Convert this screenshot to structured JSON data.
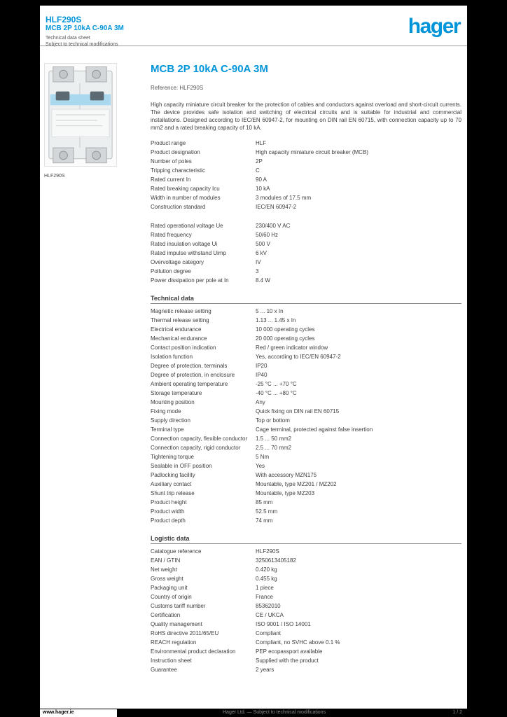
{
  "brand": {
    "logo_text": "hager",
    "blue": "#0095db"
  },
  "header": {
    "ref": "HLF290S",
    "title": "MCB 2P 10kA C-90A 3M",
    "meta1": "Technical data sheet",
    "meta2": "Subject to technical modifications"
  },
  "product": {
    "image_caption": "HLF290S",
    "title": "MCB 2P 10kA C-90A 3M",
    "ref_line": "Reference: HLF290S",
    "description": "High capacity miniature circuit breaker for the protection of cables and conductors against overload and short-circuit currents. The device provides safe isolation and switching of electrical circuits and is suitable for industrial and commercial installations. Designed according to IEC/EN 60947-2, for mounting on DIN rail EN 60715, with connection capacity up to 70 mm2 and a rated breaking capacity of 10 kA."
  },
  "sections": [
    {
      "title": "",
      "rows": [
        {
          "label": "Product range",
          "value": "HLF"
        },
        {
          "label": "Product designation",
          "value": "High capacity miniature circuit breaker (MCB)"
        },
        {
          "label": "Number of poles",
          "value": "2P"
        },
        {
          "label": "Tripping characteristic",
          "value": "C"
        },
        {
          "label": "Rated current In",
          "value": "90 A"
        },
        {
          "label": "Rated breaking capacity Icu",
          "value": "10 kA"
        },
        {
          "label": "Width in number of modules",
          "value": "3 modules of 17.5 mm"
        },
        {
          "label": "Construction standard",
          "value": "IEC/EN 60947-2"
        }
      ]
    },
    {
      "title": "",
      "rows": [
        {
          "label": "Rated operational voltage Ue",
          "value": "230/400 V AC"
        },
        {
          "label": "Rated frequency",
          "value": "50/60 Hz"
        },
        {
          "label": "Rated insulation voltage Ui",
          "value": "500 V"
        },
        {
          "label": "Rated impulse withstand Uimp",
          "value": "6 kV"
        },
        {
          "label": "Overvoltage category",
          "value": "IV"
        },
        {
          "label": "Pollution degree",
          "value": "3"
        },
        {
          "label": "Power dissipation per pole at In",
          "value": "8.4 W"
        }
      ]
    },
    {
      "title": "Technical data",
      "rows": [
        {
          "label": "Magnetic release setting",
          "value": "5 ... 10 x In"
        },
        {
          "label": "Thermal release setting",
          "value": "1.13 ... 1.45 x In"
        },
        {
          "label": "Electrical endurance",
          "value": "10 000 operating cycles"
        },
        {
          "label": "Mechanical endurance",
          "value": "20 000 operating cycles"
        },
        {
          "label": "Contact position indication",
          "value": "Red / green indicator window"
        },
        {
          "label": "Isolation function",
          "value": "Yes, according to IEC/EN 60947-2"
        },
        {
          "label": "Degree of protection, terminals",
          "value": "IP20"
        },
        {
          "label": "Degree of protection, in enclosure",
          "value": "IP40"
        },
        {
          "label": "Ambient operating temperature",
          "value": "-25 °C ... +70 °C"
        },
        {
          "label": "Storage temperature",
          "value": "-40 °C ... +80 °C"
        },
        {
          "label": "Mounting position",
          "value": "Any"
        },
        {
          "label": "Fixing mode",
          "value": "Quick fixing on DIN rail EN 60715"
        },
        {
          "label": "Supply direction",
          "value": "Top or bottom"
        },
        {
          "label": "Terminal type",
          "value": "Cage terminal, protected against false insertion"
        },
        {
          "label": "Connection capacity, flexible conductor",
          "value": "1.5 ... 50 mm2"
        },
        {
          "label": "Connection capacity, rigid conductor",
          "value": "2.5 ... 70 mm2"
        },
        {
          "label": "Tightening torque",
          "value": "5 Nm"
        },
        {
          "label": "Sealable in OFF position",
          "value": "Yes"
        },
        {
          "label": "Padlocking facility",
          "value": "With accessory MZN175"
        },
        {
          "label": "Auxiliary contact",
          "value": "Mountable, type MZ201 / MZ202"
        },
        {
          "label": "Shunt trip release",
          "value": "Mountable, type MZ203"
        },
        {
          "label": "Product height",
          "value": "85 mm"
        },
        {
          "label": "Product width",
          "value": "52.5 mm"
        },
        {
          "label": "Product depth",
          "value": "74 mm"
        }
      ]
    },
    {
      "title": "Logistic data",
      "rows": [
        {
          "label": "Catalogue reference",
          "value": "HLF290S"
        },
        {
          "label": "EAN / GTIN",
          "value": "3250613405182"
        },
        {
          "label": "Net weight",
          "value": "0.420 kg"
        },
        {
          "label": "Gross weight",
          "value": "0.455 kg"
        },
        {
          "label": "Packaging unit",
          "value": "1 piece"
        },
        {
          "label": "Country of origin",
          "value": "France"
        },
        {
          "label": "Customs tariff number",
          "value": "85362010"
        },
        {
          "label": "Certification",
          "value": "CE / UKCA"
        },
        {
          "label": "Quality management",
          "value": "ISO 9001 / ISO 14001"
        },
        {
          "label": "RoHS directive 2011/65/EU",
          "value": "Compliant"
        },
        {
          "label": "REACH regulation",
          "value": "Compliant, no SVHC above 0.1 %"
        },
        {
          "label": "Environmental product declaration",
          "value": "PEP ecopassport available"
        },
        {
          "label": "Instruction sheet",
          "value": "Supplied with the product"
        },
        {
          "label": "Guarantee",
          "value": "2 years"
        }
      ]
    }
  ],
  "footer": {
    "site": "www.hager.ie",
    "center": "Hager Ltd. — Subject to technical modifications",
    "right": "1 / 2"
  }
}
